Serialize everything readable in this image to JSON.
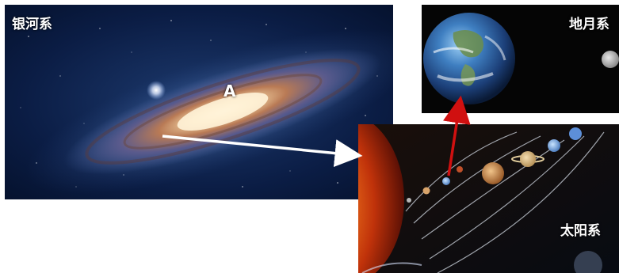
{
  "galaxy": {
    "title": "银河系",
    "marker": "A"
  },
  "earth_moon": {
    "title": "地月系"
  },
  "solar_system": {
    "title": "太阳系"
  },
  "arrows": {
    "galaxy_to_solar_color": "#ffffff",
    "solar_to_earth_color": "#d01010"
  }
}
